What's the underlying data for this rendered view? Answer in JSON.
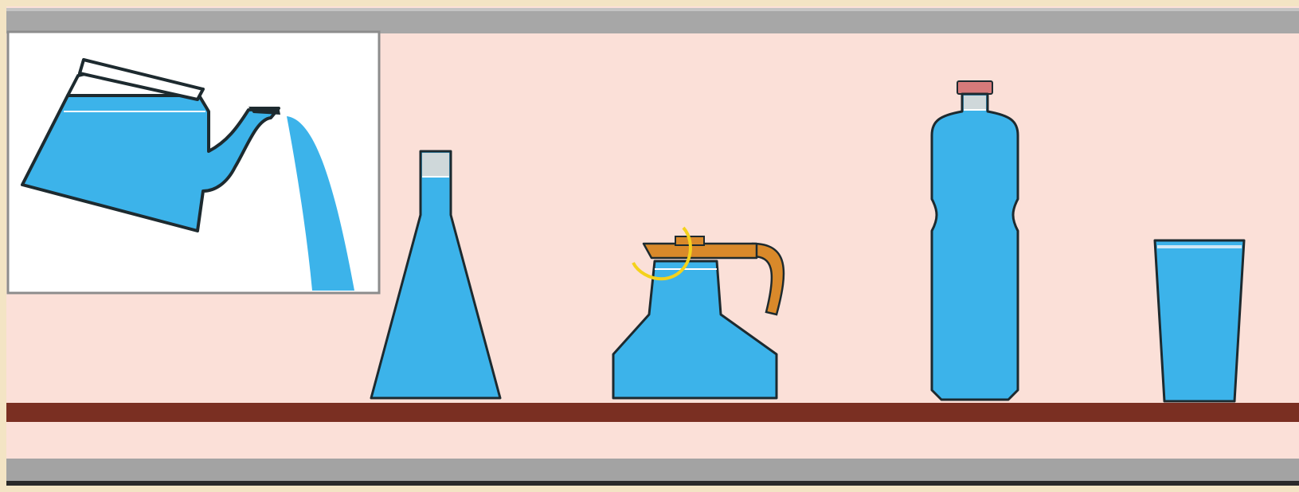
{
  "scene": {
    "colors": {
      "frame_background": "#f3e4c4",
      "wall": "#fbe0d8",
      "band_top": "#a7a7a7",
      "band_bottom": "#a3a3a3",
      "shelf": "#7a2f22",
      "water": "#3cb3ea",
      "outline": "#1d2a2f",
      "inset_background": "#ffffff",
      "flask_neck_air": "#cfd8da",
      "teapot_lid": "#d9892a",
      "bottle_cap": "#d77a7a",
      "highlight_arc": "#f4d21c"
    },
    "inset": {
      "object": "kettle-pouring-water-icon"
    },
    "shelf_objects": [
      {
        "name": "conical-flask-icon",
        "contents": "water"
      },
      {
        "name": "teapot-icon",
        "contents": "water"
      },
      {
        "name": "water-bottle-icon",
        "contents": "water"
      },
      {
        "name": "drinking-glass-icon",
        "contents": "water"
      }
    ]
  }
}
